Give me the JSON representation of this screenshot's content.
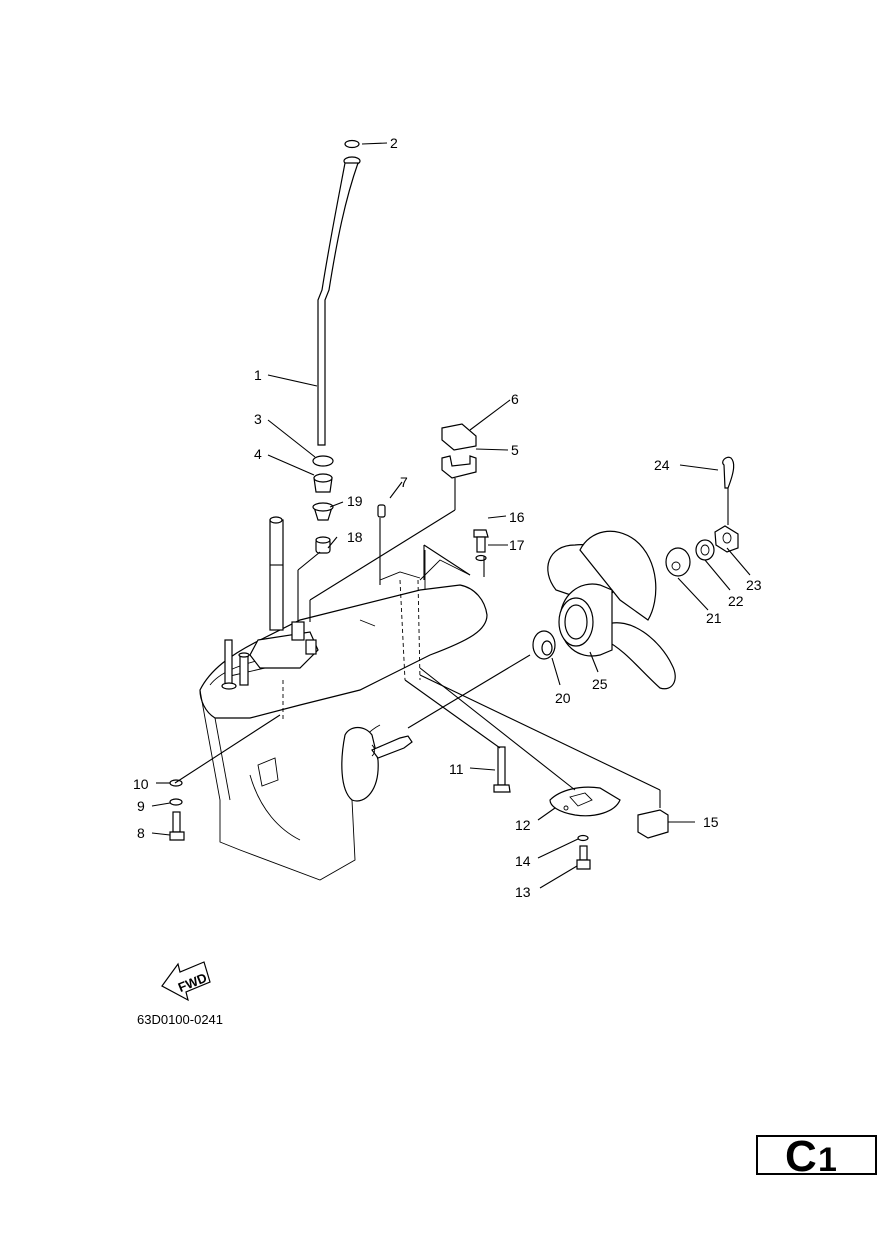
{
  "callouts": [
    "1",
    "2",
    "3",
    "4",
    "5",
    "6",
    "7",
    "8",
    "9",
    "10",
    "11",
    "12",
    "13",
    "14",
    "15",
    "16",
    "17",
    "18",
    "19",
    "20",
    "21",
    "22",
    "23",
    "24",
    "25"
  ],
  "fwd_label": "FWD",
  "diagram_code": "63D0100-0241",
  "page_id": {
    "letter": "C",
    "number": "1"
  }
}
